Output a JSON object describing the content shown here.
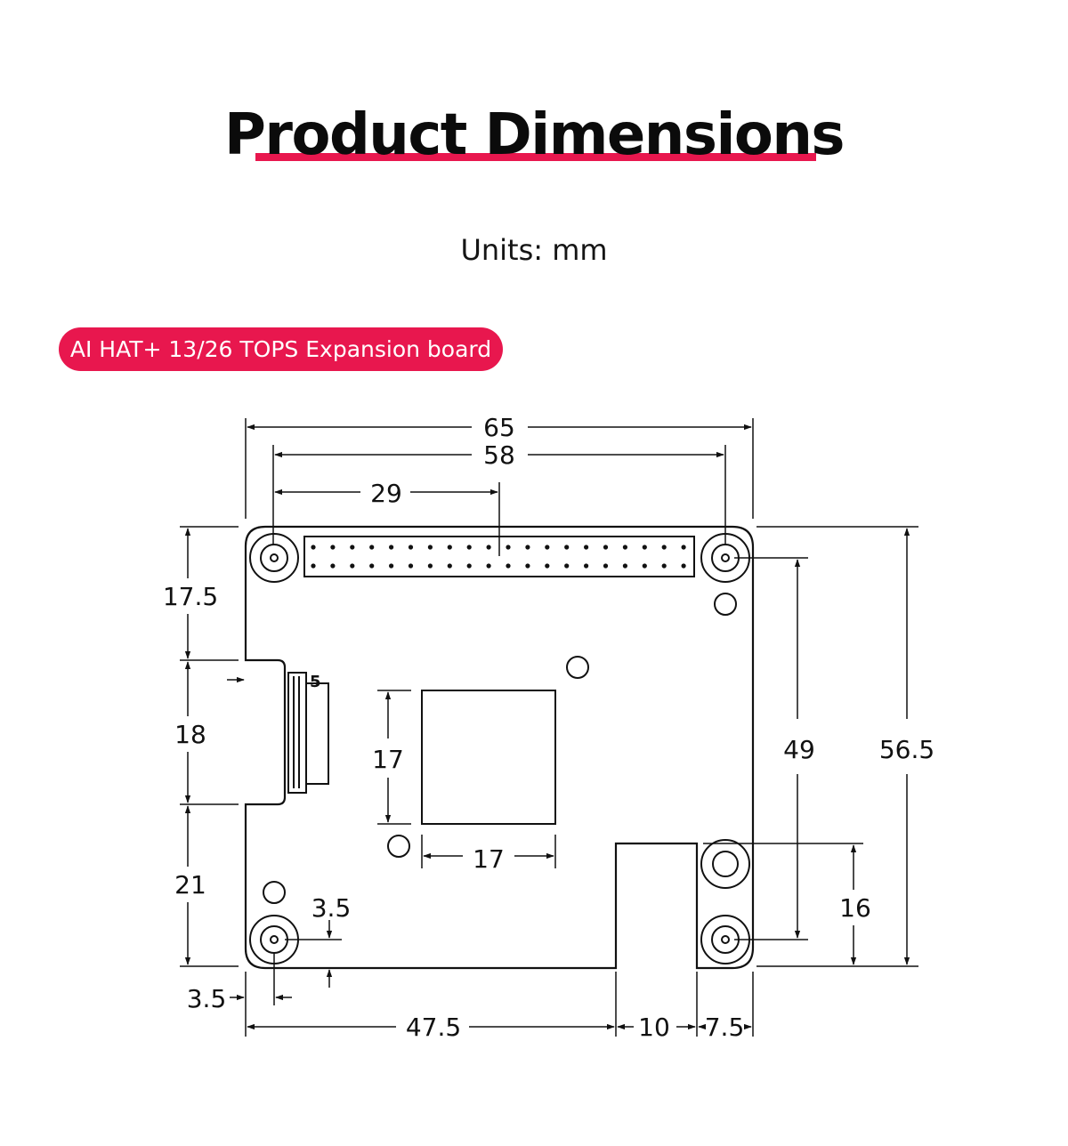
{
  "header": {
    "title": "Product Dimensions",
    "units": "Units: mm"
  },
  "board": {
    "label": "AI HAT+ 13/26 TOPS Expansion board"
  },
  "dimensions": {
    "overall_width": "65",
    "header_width": "58",
    "header_half": "29",
    "left_top": "17.5",
    "left_mid": "18",
    "left_bottom": "21",
    "connector_offset": "5",
    "chip_height": "17",
    "chip_width": "17",
    "hole_offset_y": "3.5",
    "hole_offset_x": "3.5",
    "bottom_left": "47.5",
    "bottom_mid": "10",
    "bottom_right": "7.5",
    "right_holes": "49",
    "overall_height": "56.5",
    "notch_height": "16"
  },
  "colors": {
    "accent": "#e8174e",
    "line": "#111111"
  }
}
